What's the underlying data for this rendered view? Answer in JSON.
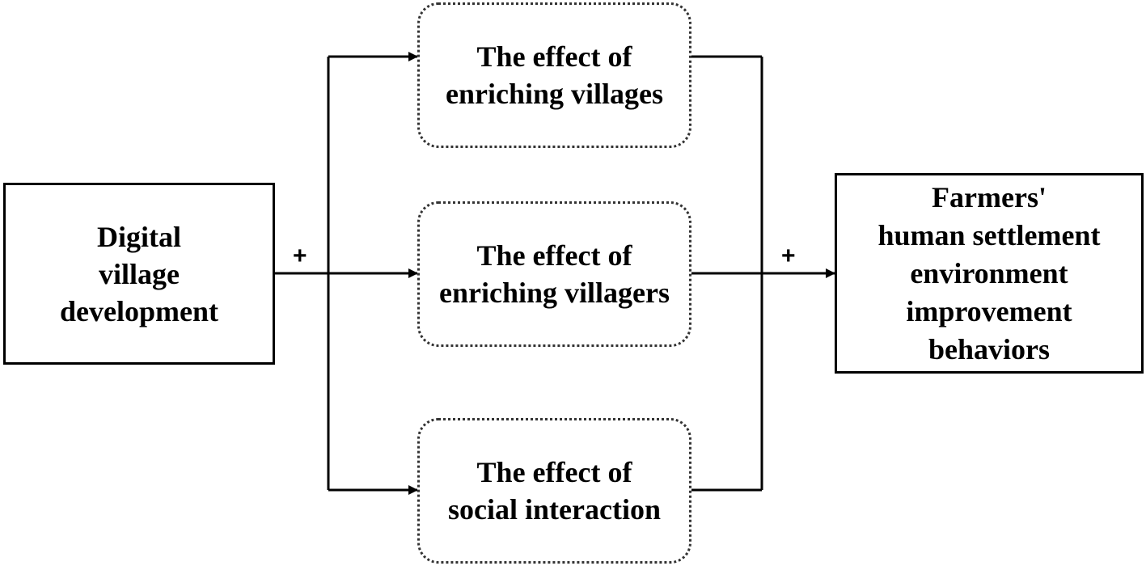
{
  "source": {
    "lines": [
      "Digital",
      "village",
      "development"
    ]
  },
  "mediators": [
    {
      "lines": [
        "The effect of",
        "enriching villages"
      ]
    },
    {
      "lines": [
        "The effect of",
        "enriching villagers"
      ]
    },
    {
      "lines": [
        "The effect of",
        "social interaction"
      ]
    }
  ],
  "outcome": {
    "lines": [
      "Farmers'",
      "human settlement",
      "environment",
      "improvement",
      "behaviors"
    ]
  },
  "signs": {
    "left": "+",
    "right": "+"
  }
}
